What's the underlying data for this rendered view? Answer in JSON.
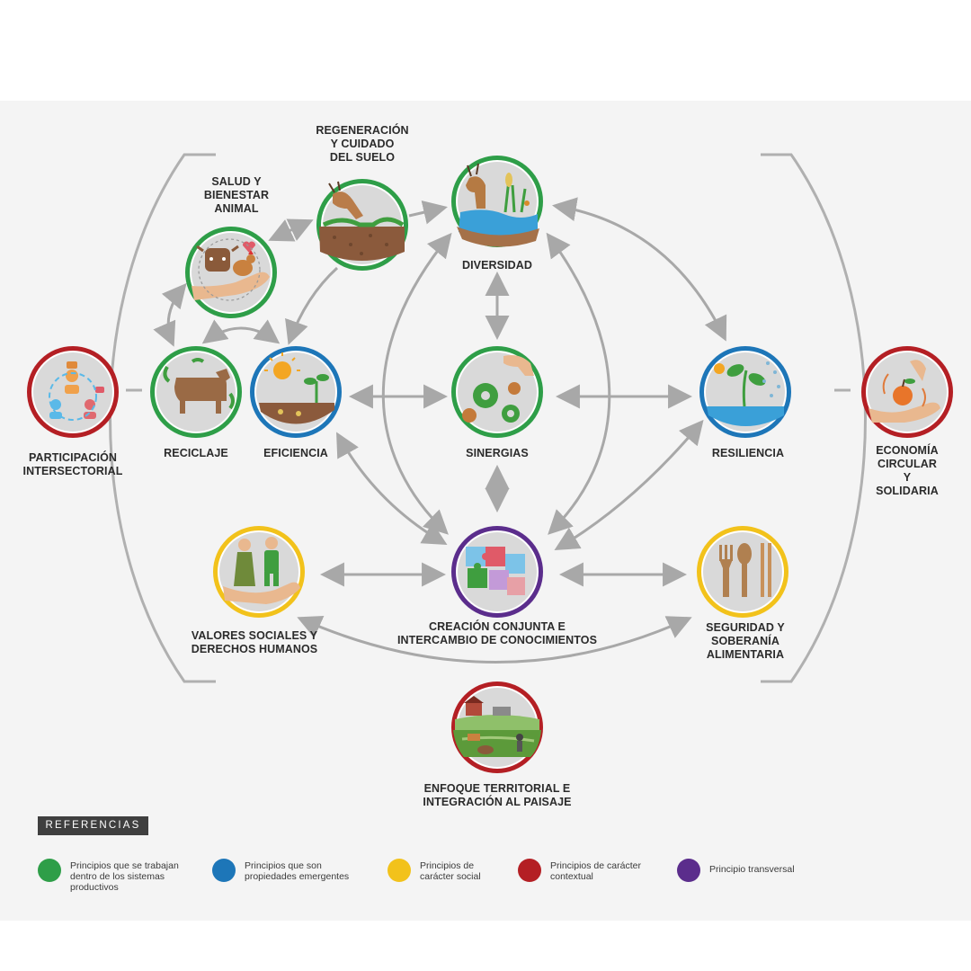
{
  "colors": {
    "green": "#2e9e48",
    "blue": "#1d76b8",
    "yellow": "#f2c21b",
    "red": "#b41f24",
    "purple": "#5b2d8c",
    "connector": "#a8a8a8",
    "icon_bg": "#d9d9d9"
  },
  "nodes": {
    "salud": {
      "label": "SALUD Y\nBIENESTAR\nANIMAL",
      "category": "green",
      "icon": "cow-chicken-hand-icon"
    },
    "regeneracion": {
      "label": "REGENERACIÓN\nY CUIDADO\nDEL SUELO",
      "category": "green",
      "icon": "goat-soil-icon"
    },
    "diversidad": {
      "label": "DIVERSIDAD",
      "category": "green",
      "icon": "deer-river-icon"
    },
    "reciclaje": {
      "label": "RECICLAJE",
      "category": "green",
      "icon": "cow-recycle-icon"
    },
    "eficiencia": {
      "label": "EFICIENCIA",
      "category": "blue",
      "icon": "sun-sprout-icon"
    },
    "sinergias": {
      "label": "SINERGIAS",
      "category": "green",
      "icon": "gears-hand-icon"
    },
    "resiliencia": {
      "label": "RESILIENCIA",
      "category": "blue",
      "icon": "plant-rain-icon"
    },
    "participacion": {
      "label": "PARTICIPACIÓN\nINTERSECTORIAL",
      "category": "red",
      "icon": "people-network-icon"
    },
    "economia": {
      "label": "ECONOMÍA\nCIRCULAR\nY SOLIDARIA",
      "category": "red",
      "icon": "apple-hand-icon"
    },
    "valores": {
      "label": "VALORES SOCIALES Y\nDERECHOS HUMANOS",
      "category": "yellow",
      "icon": "farmers-hand-icon"
    },
    "creacion": {
      "label": "CREACIÓN CONJUNTA E\nINTERCAMBIO DE CONOCIMIENTOS",
      "category": "purple",
      "icon": "puzzle-icon"
    },
    "seguridad": {
      "label": "SEGURIDAD Y\nSOBERANÍA\nALIMENTARIA",
      "category": "yellow",
      "icon": "cutlery-icon"
    },
    "enfoque": {
      "label": "ENFOQUE TERRITORIAL E\nINTEGRACIÓN AL PAISAJE",
      "category": "red",
      "icon": "landscape-icon"
    }
  },
  "legend": {
    "title": "REFERENCIAS",
    "items": [
      {
        "color": "green",
        "text": "Principios que se trabajan\ndentro de los sistemas\nproductivos"
      },
      {
        "color": "blue",
        "text": "Principios que son\npropiedades emergentes"
      },
      {
        "color": "yellow",
        "text": "Principios de\ncarácter social"
      },
      {
        "color": "red",
        "text": "Principios de carácter\ncontextual"
      },
      {
        "color": "purple",
        "text": "Principio transversal"
      }
    ]
  }
}
